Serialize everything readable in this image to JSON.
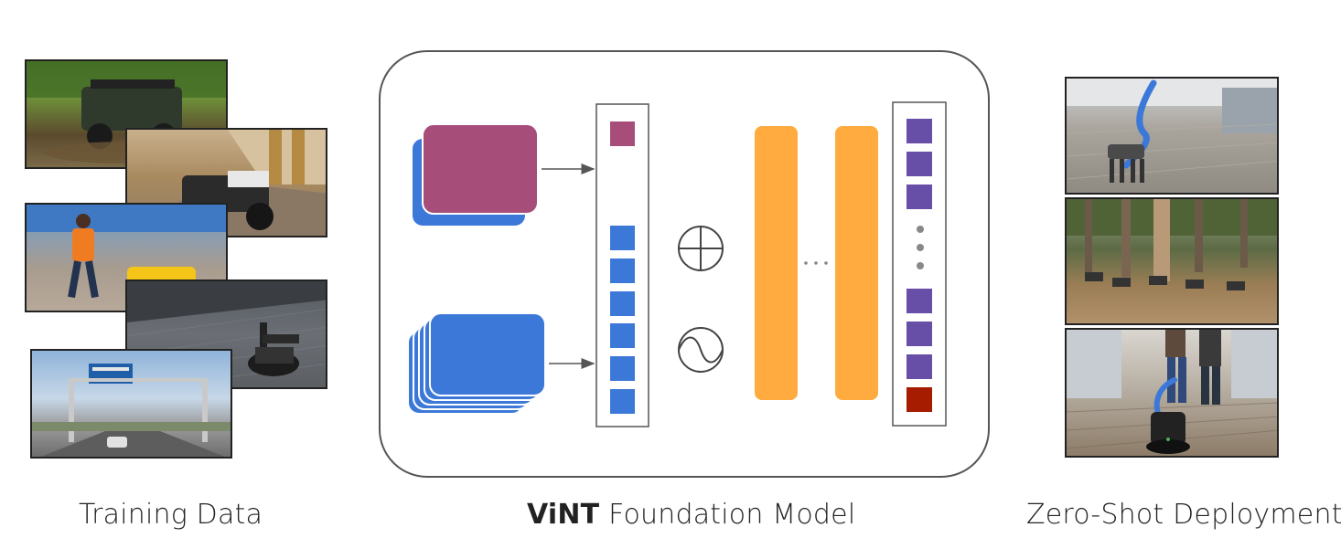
{
  "captions": {
    "training": "Training Data",
    "model_bold": "ViNT",
    "model_rest": " Foundation Model",
    "deployment": "Zero-Shot Deployment"
  },
  "photos": {
    "training": [
      {
        "name": "offroad-vehicle-photo",
        "scene": "Off-road utility vehicle driving through mud and grass"
      },
      {
        "name": "rc-car-hallway-photo",
        "scene": "Small off-road robot car in an indoor hallway"
      },
      {
        "name": "quadruped-walking-photo",
        "scene": "Person walking beside a yellow quadruped robot"
      },
      {
        "name": "wheeled-robot-carpet-photo",
        "scene": "Small wheeled robot on carpet"
      },
      {
        "name": "highway-driving-photo",
        "scene": "Highway driving view with overhead sign"
      }
    ],
    "deployment": [
      {
        "name": "quadruped-office-photo",
        "scene": "Quadruped robot in an office with planned path"
      },
      {
        "name": "robots-forest-photo",
        "scene": "Several small robots among trees"
      },
      {
        "name": "robot-following-person-photo",
        "scene": "Wheeled robot following a person in a corridor"
      }
    ]
  },
  "colors": {
    "goal_image": "#a64d79",
    "observation_image": "#3c78d8",
    "goal_token": "#a64d79",
    "observation_token": "#3c78d8",
    "transformer_block": "#ffab40",
    "output_token": "#674ea7",
    "action_token": "#a61c00",
    "panel_border": "#555555",
    "arrow": "#555555"
  },
  "icons": {
    "fusion": "circle-plus-icon",
    "positional_encoding": "sine-wave-icon",
    "ellipsis": "horizontal-ellipsis-icon",
    "vertical_ellipsis": "vertical-ellipsis-icon"
  }
}
